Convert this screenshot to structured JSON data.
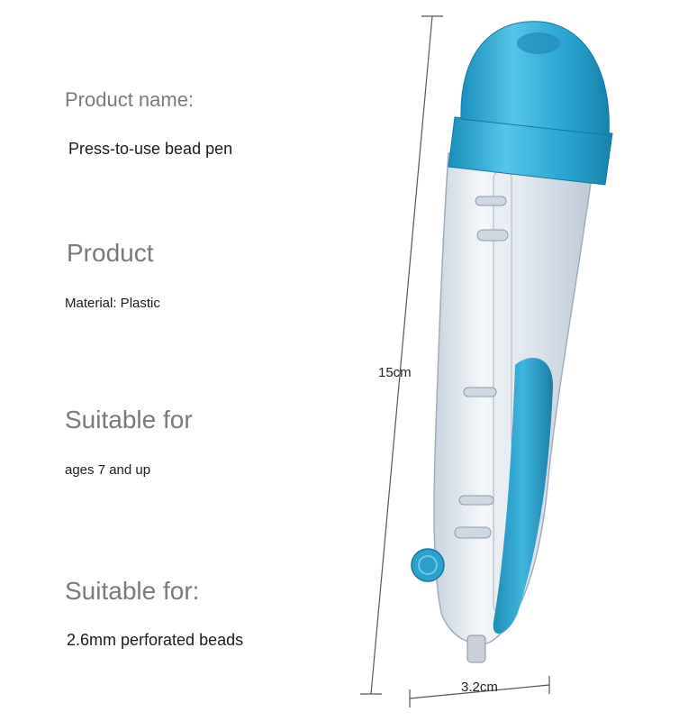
{
  "labels": {
    "product_name_heading": "Product name:",
    "product_name_value": "Press-to-use bead pen",
    "product_heading": "Product",
    "material_value": "Material: Plastic",
    "suitable_heading_1": "Suitable for",
    "ages_value": "ages 7 and up",
    "suitable_heading_2": "Suitable for:",
    "beads_value": "2.6mm perforated beads"
  },
  "dimensions": {
    "height_label": "15cm",
    "width_label": "3.2cm"
  },
  "colors": {
    "accent_blue": "#2ea7cf",
    "dark_blue": "#1b87b0",
    "body_clear": "#dfe7ef"
  }
}
